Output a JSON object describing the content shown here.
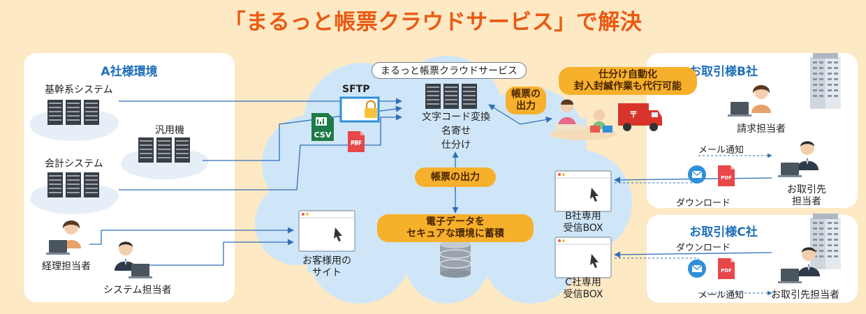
{
  "title": "「まるっと帳票クラウドサービス」で解決",
  "companyA": {
    "title": "A社様環境",
    "core_system": "基幹系システム",
    "mainframe": "汎用機",
    "accounting_system": "会計システム",
    "accounting_staff": "経理担当者",
    "system_staff": "システム担当者"
  },
  "cloud": {
    "name": "まるっと帳票クラウドサービス",
    "process_1": "文字コード変換",
    "process_2": "名寄せ",
    "process_3": "仕分け",
    "output_pill": "帳票の出力",
    "storage_line1": "電子データを",
    "storage_line2": "セキュアな環境に蓄積",
    "customer_site_line1": "お客様用の",
    "customer_site_line2": "サイト",
    "box_b_line1": "B社専用",
    "box_b_line2": "受信BOX",
    "box_c_line1": "C社専用",
    "box_c_line2": "受信BOX"
  },
  "transfer": {
    "sftp": "SFTP",
    "csv": "CSV",
    "pdf": "PDF"
  },
  "print": {
    "output_line1": "帳票の",
    "output_line2": "出力",
    "auto_line1": "仕分け自動化",
    "auto_line2": "封入封緘作業も代行可能"
  },
  "companyB": {
    "title": "お取引様B社",
    "billing_staff": "請求担当者",
    "mail_notice": "メール通知",
    "download": "ダウンロード",
    "partner_line1": "お取引先",
    "partner_line2": "担当者",
    "pdf": "PDF"
  },
  "companyC": {
    "title": "お取引様C社",
    "download": "ダウンロード",
    "mail_notice": "メール通知",
    "partner": "お取引先担当者",
    "pdf": "PDF"
  },
  "colors": {
    "background": "#fde9c4",
    "title": "#e95a12",
    "panel_title": "#1f6fb8",
    "cloud": "#cfe6f8",
    "pill": "#f7b02c",
    "arrow": "#2f6fb7"
  }
}
